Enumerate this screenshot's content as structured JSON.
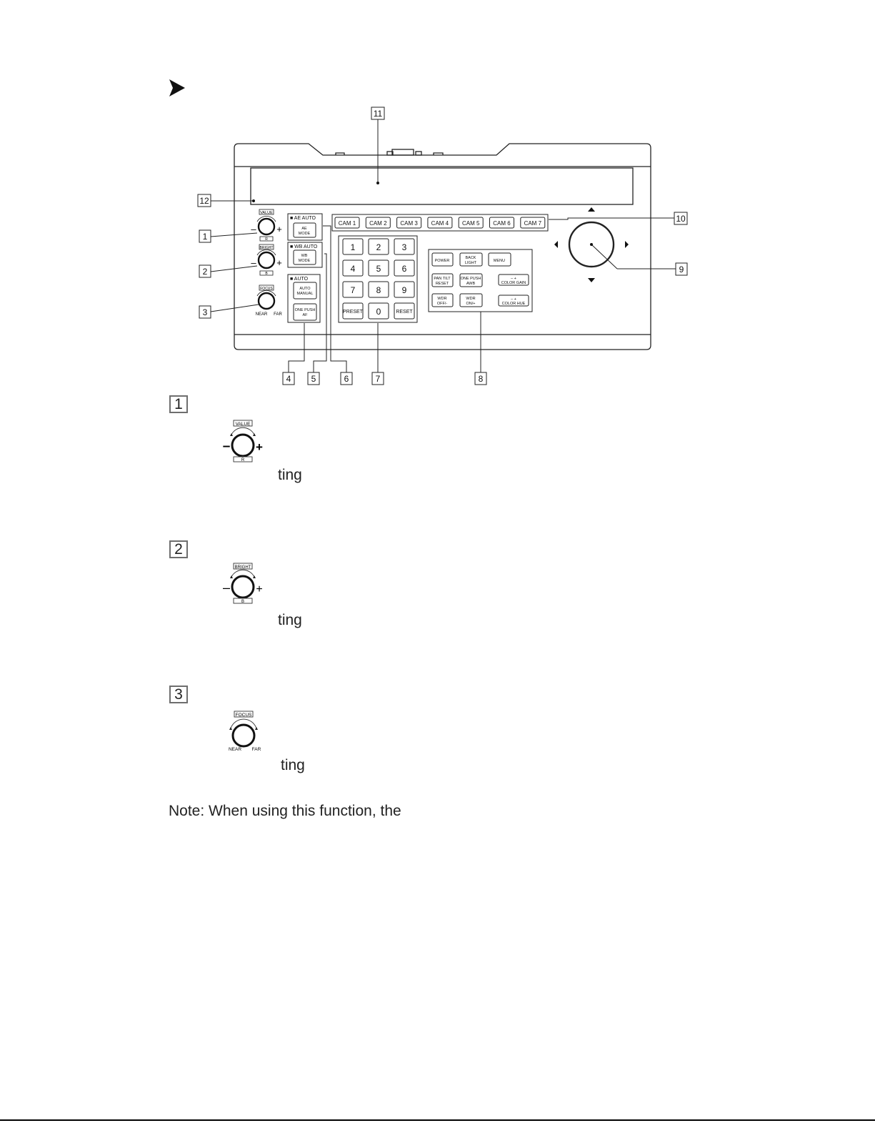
{
  "bullet_icon": "arrowhead-bullet-icon",
  "diagram": {
    "callouts": [
      "1",
      "2",
      "3",
      "4",
      "5",
      "6",
      "7",
      "8",
      "9",
      "10",
      "11",
      "12"
    ],
    "knobs": {
      "value_label": "VALUE",
      "value_sub": "R",
      "bright_label": "BRIGHT",
      "bright_sub": "B",
      "focus_label": "FOCUS",
      "near_label": "NEAR",
      "far_label": "FAR",
      "minus": "–",
      "plus": "+"
    },
    "mode_groups": {
      "ae_auto": "■ AE AUTO",
      "ae_mode": [
        "AE",
        "MODE"
      ],
      "wb_auto": "■ WB AUTO",
      "wb_mode": [
        "WB",
        "MODE"
      ],
      "auto": "■ AUTO",
      "auto_manual": [
        "AUTO",
        "MANUAL"
      ],
      "one_push_af": [
        "ONE PUSH",
        "AF"
      ]
    },
    "cam_buttons": [
      "CAM 1",
      "CAM 2",
      "CAM 3",
      "CAM 4",
      "CAM 5",
      "CAM 6",
      "CAM 7"
    ],
    "keypad": [
      "1",
      "2",
      "3",
      "4",
      "5",
      "6",
      "7",
      "8",
      "9",
      "PRESET",
      "0",
      "RESET"
    ],
    "function_buttons": {
      "power": "POWER",
      "back_light": [
        "BACK",
        "LIGHT"
      ],
      "menu": "MENU",
      "pan_tilt_reset": [
        "PAN TILT",
        "RESET"
      ],
      "one_push_awb": [
        "ONE PUSH",
        "AWB"
      ],
      "color_gain": [
        "–      +",
        "COLOR GAIN"
      ],
      "wdr_off": [
        "WDR",
        "OFF/-"
      ],
      "wdr_on": [
        "WDR",
        "ON/+"
      ],
      "color_hue": [
        "–      +",
        "COLOR HUE"
      ]
    }
  },
  "sections": [
    {
      "number": "1",
      "knob_label": "VALUE",
      "knob_sub": "R",
      "text": "ting"
    },
    {
      "number": "2",
      "knob_label": "BRIGHT",
      "knob_sub": "B",
      "text": "ting"
    },
    {
      "number": "3",
      "knob_label": "FOCUS",
      "near": "NEAR",
      "far": "FAR",
      "text": "ting"
    }
  ],
  "note": "Note: When using this function, the"
}
